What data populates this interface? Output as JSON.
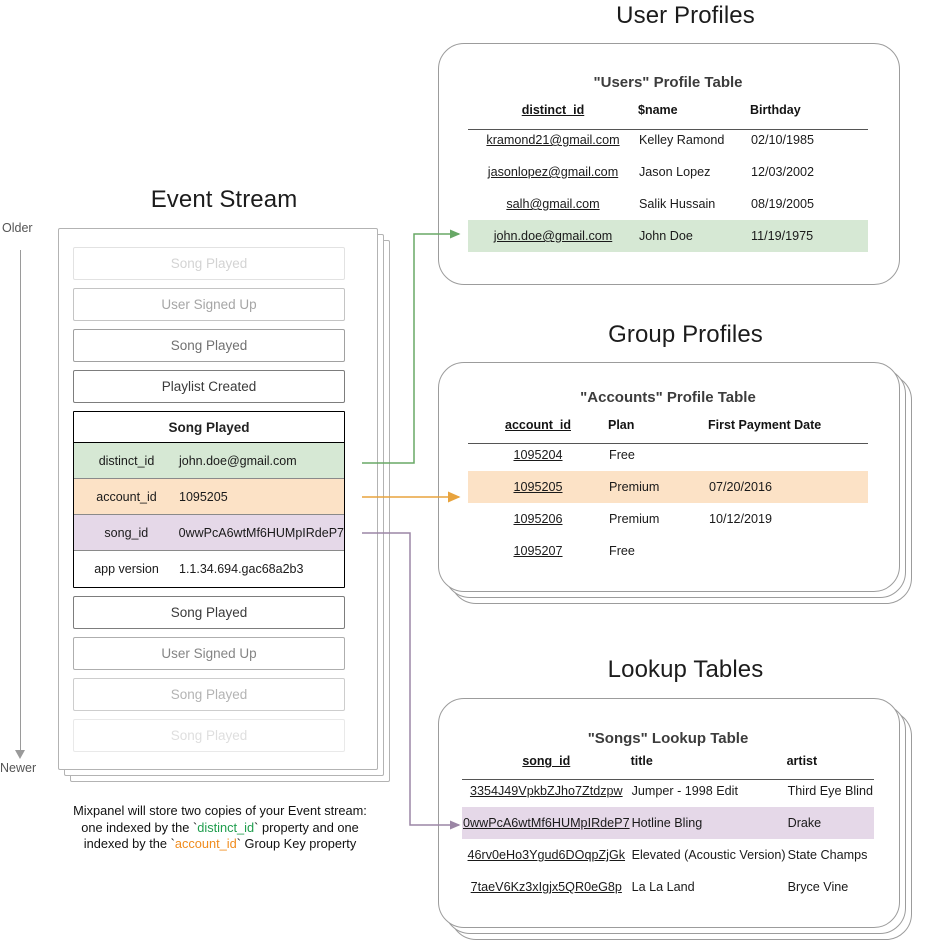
{
  "sections": {
    "event_stream_title": "Event Stream",
    "user_profiles_title": "User Profiles",
    "group_profiles_title": "Group Profiles",
    "lookup_tables_title": "Lookup Tables"
  },
  "axis": {
    "older": "Older",
    "newer": "Newer"
  },
  "event_stream": {
    "events_before": [
      {
        "label": "Song Played",
        "opacity": 0.22
      },
      {
        "label": "User Signed Up",
        "opacity": 0.45
      },
      {
        "label": "Song Played",
        "opacity": 0.72
      },
      {
        "label": "Playlist Created",
        "opacity": 1
      }
    ],
    "events_after": [
      {
        "label": "Song Played",
        "opacity": 1
      },
      {
        "label": "User Signed Up",
        "opacity": 0.62
      },
      {
        "label": "Song Played",
        "opacity": 0.38
      },
      {
        "label": "Song Played",
        "opacity": 0.16
      }
    ],
    "selected_event": {
      "name": "Song Played",
      "properties": [
        {
          "key": "distinct_id",
          "value": "john.doe@gmail.com",
          "highlight": "green"
        },
        {
          "key": "account_id",
          "value": "1095205",
          "highlight": "orange"
        },
        {
          "key": "song_id",
          "value": "0wwPcA6wtMf6HUMpIRdeP7",
          "highlight": "purple"
        },
        {
          "key": "app version",
          "value": "1.1.34.694.gac68a2b3",
          "highlight": "none"
        }
      ]
    }
  },
  "caption": {
    "line1": "Mixpanel will store two copies of your Event stream:",
    "line2_a": "one indexed by the `",
    "line2_token": "distinct_id",
    "line2_b": "` property and one",
    "line3_a": "indexed by the `",
    "line3_token": "account_id",
    "line3_b": "` Group Key property"
  },
  "users_table": {
    "title": "\"Users\" Profile Table",
    "columns": [
      "distinct_id",
      "$name",
      "Birthday"
    ],
    "rows": [
      {
        "cells": [
          "kramond21@gmail.com",
          "Kelley Ramond",
          "02/10/1985"
        ],
        "highlight": "none"
      },
      {
        "cells": [
          "jasonlopez@gmail.com",
          "Jason Lopez",
          "12/03/2002"
        ],
        "highlight": "none"
      },
      {
        "cells": [
          "salh@gmail.com",
          "Salik Hussain",
          "08/19/2005"
        ],
        "highlight": "none"
      },
      {
        "cells": [
          "john.doe@gmail.com",
          "John Doe",
          "11/19/1975"
        ],
        "highlight": "green"
      }
    ]
  },
  "accounts_table": {
    "title": "\"Accounts\" Profile Table",
    "columns": [
      "account_id",
      "Plan",
      "First Payment Date"
    ],
    "rows": [
      {
        "cells": [
          "1095204",
          "Free",
          ""
        ],
        "highlight": "none"
      },
      {
        "cells": [
          "1095205",
          "Premium",
          "07/20/2016"
        ],
        "highlight": "orange"
      },
      {
        "cells": [
          "1095206",
          "Premium",
          "10/12/2019"
        ],
        "highlight": "none"
      },
      {
        "cells": [
          "1095207",
          "Free",
          ""
        ],
        "highlight": "none"
      }
    ]
  },
  "songs_table": {
    "title": "\"Songs\" Lookup Table",
    "columns": [
      "song_id",
      "title",
      "artist"
    ],
    "rows": [
      {
        "cells": [
          "3354J49VpkbZJho7Ztdzpw",
          "Jumper - 1998 Edit",
          "Third Eye Blind"
        ],
        "highlight": "none"
      },
      {
        "cells": [
          "0wwPcA6wtMf6HUMpIRdeP7",
          "Hotline Bling",
          "Drake"
        ],
        "highlight": "purple"
      },
      {
        "cells": [
          "46rv0eHo3Ygud6DOqpZjGk",
          "Elevated (Acoustic Version)",
          "State Champs"
        ],
        "highlight": "none"
      },
      {
        "cells": [
          "7taeV6Kz3xIgjx5QR0eG8p",
          "La La Land",
          "Bryce Vine"
        ],
        "highlight": "none"
      }
    ]
  },
  "colors": {
    "green": "#d6e8d4",
    "orange": "#fce2c6",
    "purple": "#e5d8e8",
    "green_wire": "#68a866",
    "orange_wire": "#e8a33d",
    "purple_wire": "#9b86a5",
    "panel_border": "#9c9c9c",
    "token_green": "#1f9d4d",
    "token_orange": "#f08c1e"
  }
}
